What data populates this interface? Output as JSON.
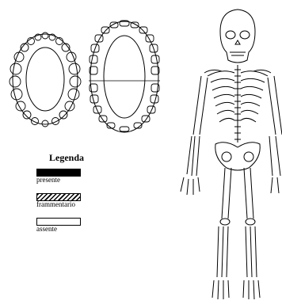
{
  "legend": {
    "title": "Legenda",
    "items": [
      {
        "label": "presente",
        "fill": "#000000"
      },
      {
        "label": "frammentario",
        "fill": "hatched"
      },
      {
        "label": "assente",
        "fill": "#ffffff"
      }
    ]
  },
  "colors": {
    "outline": "#000000",
    "background": "#ffffff"
  }
}
